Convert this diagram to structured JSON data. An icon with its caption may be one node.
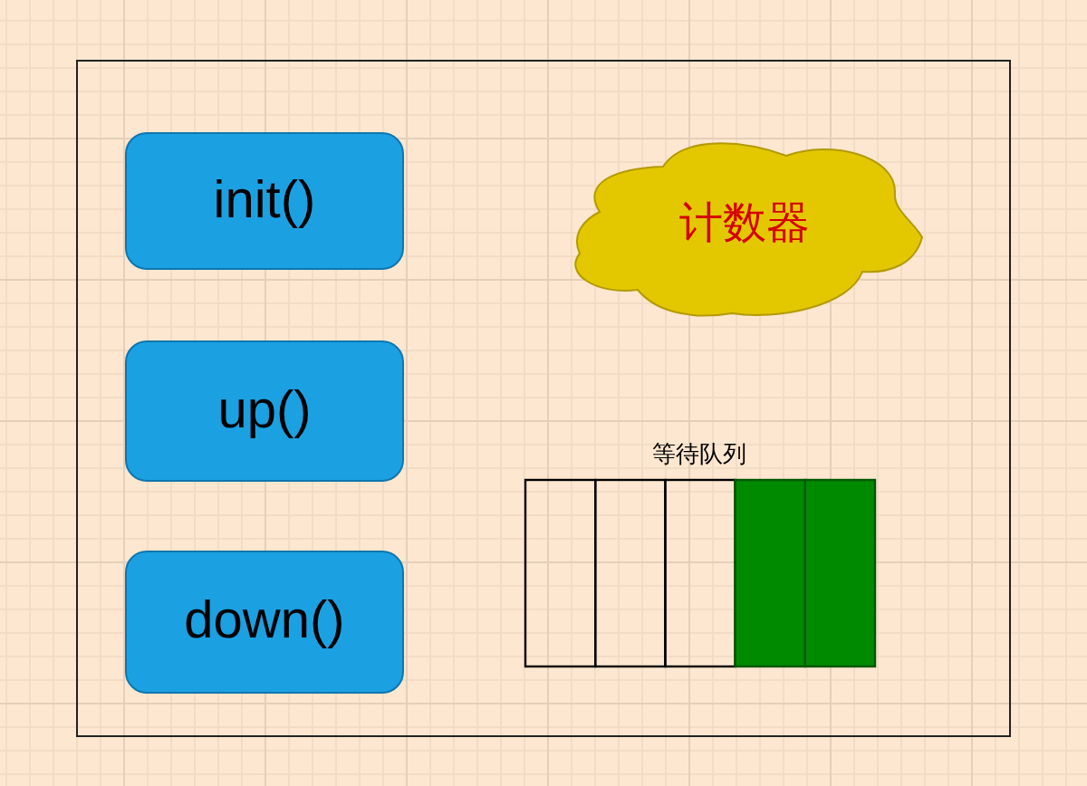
{
  "diagram": {
    "nodes": [
      {
        "text": [],
        "shape": "box"
      },
      {
        "text": [
          "init()"
        ],
        "in": 0
      },
      {
        "text": [
          "up()"
        ],
        "in": 0
      },
      {
        "text": [
          "down()"
        ],
        "in": 0
      },
      {
        "text": [
          "计数器"
        ],
        "in": 0
      },
      {
        "text": [
          "等待队列"
        ],
        "in": 0
      }
    ]
  }
}
